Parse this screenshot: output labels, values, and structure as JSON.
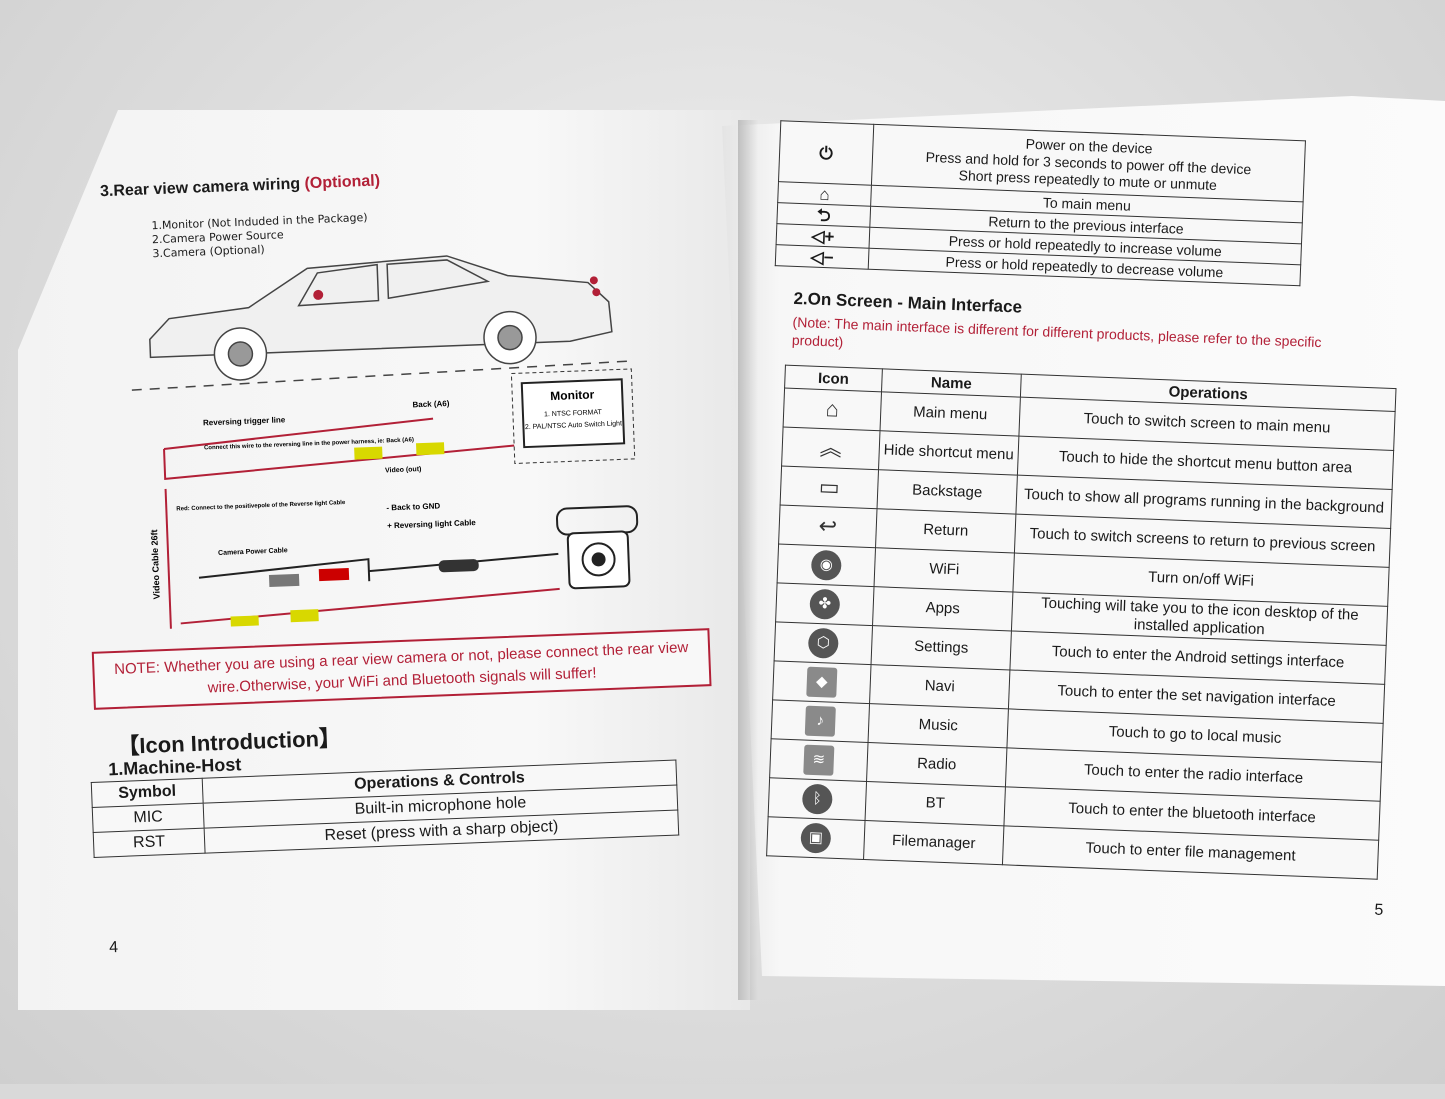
{
  "left_page": {
    "section_title": "3.Rear view camera wiring",
    "section_optional": "(Optional)",
    "legend": [
      "1.Monitor (Not Induded in the Package)",
      "2.Camera Power Source",
      "3.Camera (Optional)"
    ],
    "diagram": {
      "reversing_trigger": "Reversing trigger line",
      "back_a6": "Back (A6)",
      "connect_note": "Connect this wire to the reversing line in the power harness, ie: Back (A6)",
      "video_out": "Video (out)",
      "monitor_title": "Monitor",
      "monitor_lines": [
        "1. NTSC FORMAT",
        "2. PAL/NTSC Auto Switch Light"
      ],
      "red_note": "Red: Connect to the positivepole of the Reverse light Cable",
      "back_gnd": "- Back to GND",
      "reversing_light": "+ Reversing light Cable",
      "camera_power": "Camera Power Cable",
      "video_cable": "Video Cable  26ft"
    },
    "note": "NOTE: Whether you are using a rear view camera or not, please connect the rear view wire.Otherwise, your WiFi and Bluetooth signals will suffer!",
    "icon_intro": "【Icon Introduction】",
    "machine_host_title": "1.Machine-Host",
    "host_table": {
      "headers": [
        "Symbol",
        "Operations & Controls"
      ],
      "rows": [
        [
          "MIC",
          "Built-in microphone hole"
        ],
        [
          "RST",
          "Reset (press with a sharp object)"
        ]
      ]
    },
    "page_number": "4"
  },
  "right_page": {
    "ops_table": [
      {
        "icon": "⏻",
        "icon_name": "power-icon",
        "lines": [
          "Power on the device",
          "Press and hold for 3 seconds to power off the device",
          "Short press repeatedly to mute or unmute"
        ]
      },
      {
        "icon": "⌂",
        "icon_name": "home-icon",
        "lines": [
          "To main menu"
        ]
      },
      {
        "icon": "⮌",
        "icon_name": "back-icon",
        "lines": [
          "Return to the previous interface"
        ]
      },
      {
        "icon": "◁+",
        "icon_name": "volume-up-icon",
        "lines": [
          "Press or hold repeatedly to increase volume"
        ]
      },
      {
        "icon": "◁−",
        "icon_name": "volume-down-icon",
        "lines": [
          "Press or hold repeatedly to decrease volume"
        ]
      }
    ],
    "on_screen_title": "2.On Screen - Main Interface",
    "on_screen_note": "(Note: The main interface is different for different products, please refer to the specific product)",
    "main_table": {
      "headers": [
        "Icon",
        "Name",
        "Operations"
      ],
      "rows": [
        {
          "icon": "⌂",
          "icon_name": "home-outline-icon",
          "name": "Main menu",
          "op": "Touch to switch screen to main menu"
        },
        {
          "icon": "︽",
          "icon_name": "double-chevron-up-icon",
          "name": "Hide shortcut menu",
          "op": "Touch to hide the shortcut menu button area"
        },
        {
          "icon": "▭",
          "icon_name": "stacked-windows-icon",
          "name": "Backstage",
          "op": "Touch to show all programs running in the background"
        },
        {
          "icon": "↩",
          "icon_name": "return-arrow-icon",
          "name": "Return",
          "op": "Touch to switch screens to return to previous screen"
        },
        {
          "icon": "◉",
          "icon_name": "wifi-icon",
          "name": "WiFi",
          "op": "Turn on/off WiFi"
        },
        {
          "icon": "✤",
          "icon_name": "apps-icon",
          "name": "Apps",
          "op": "Touching will take you to the icon desktop of the installed application"
        },
        {
          "icon": "⬡",
          "icon_name": "settings-icon",
          "name": "Settings",
          "op": "Touch to enter the Android settings interface"
        },
        {
          "icon": "◆",
          "icon_name": "navi-icon",
          "name": "Navi",
          "op": "Touch to enter the set navigation interface"
        },
        {
          "icon": "♪",
          "icon_name": "music-icon",
          "name": "Music",
          "op": "Touch to go to local music"
        },
        {
          "icon": "≋",
          "icon_name": "radio-icon",
          "name": "Radio",
          "op": "Touch to enter the radio interface"
        },
        {
          "icon": "ᛒ",
          "icon_name": "bluetooth-icon",
          "name": "BT",
          "op": "Touch to enter the bluetooth interface"
        },
        {
          "icon": "▣",
          "icon_name": "file-manager-icon",
          "name": "Filemanager",
          "op": "Touch to enter file management"
        }
      ]
    },
    "page_number": "5"
  },
  "colors": {
    "accent_red": "#b22037",
    "paper": "#f7f7f7",
    "ink": "#1a1a1a"
  }
}
